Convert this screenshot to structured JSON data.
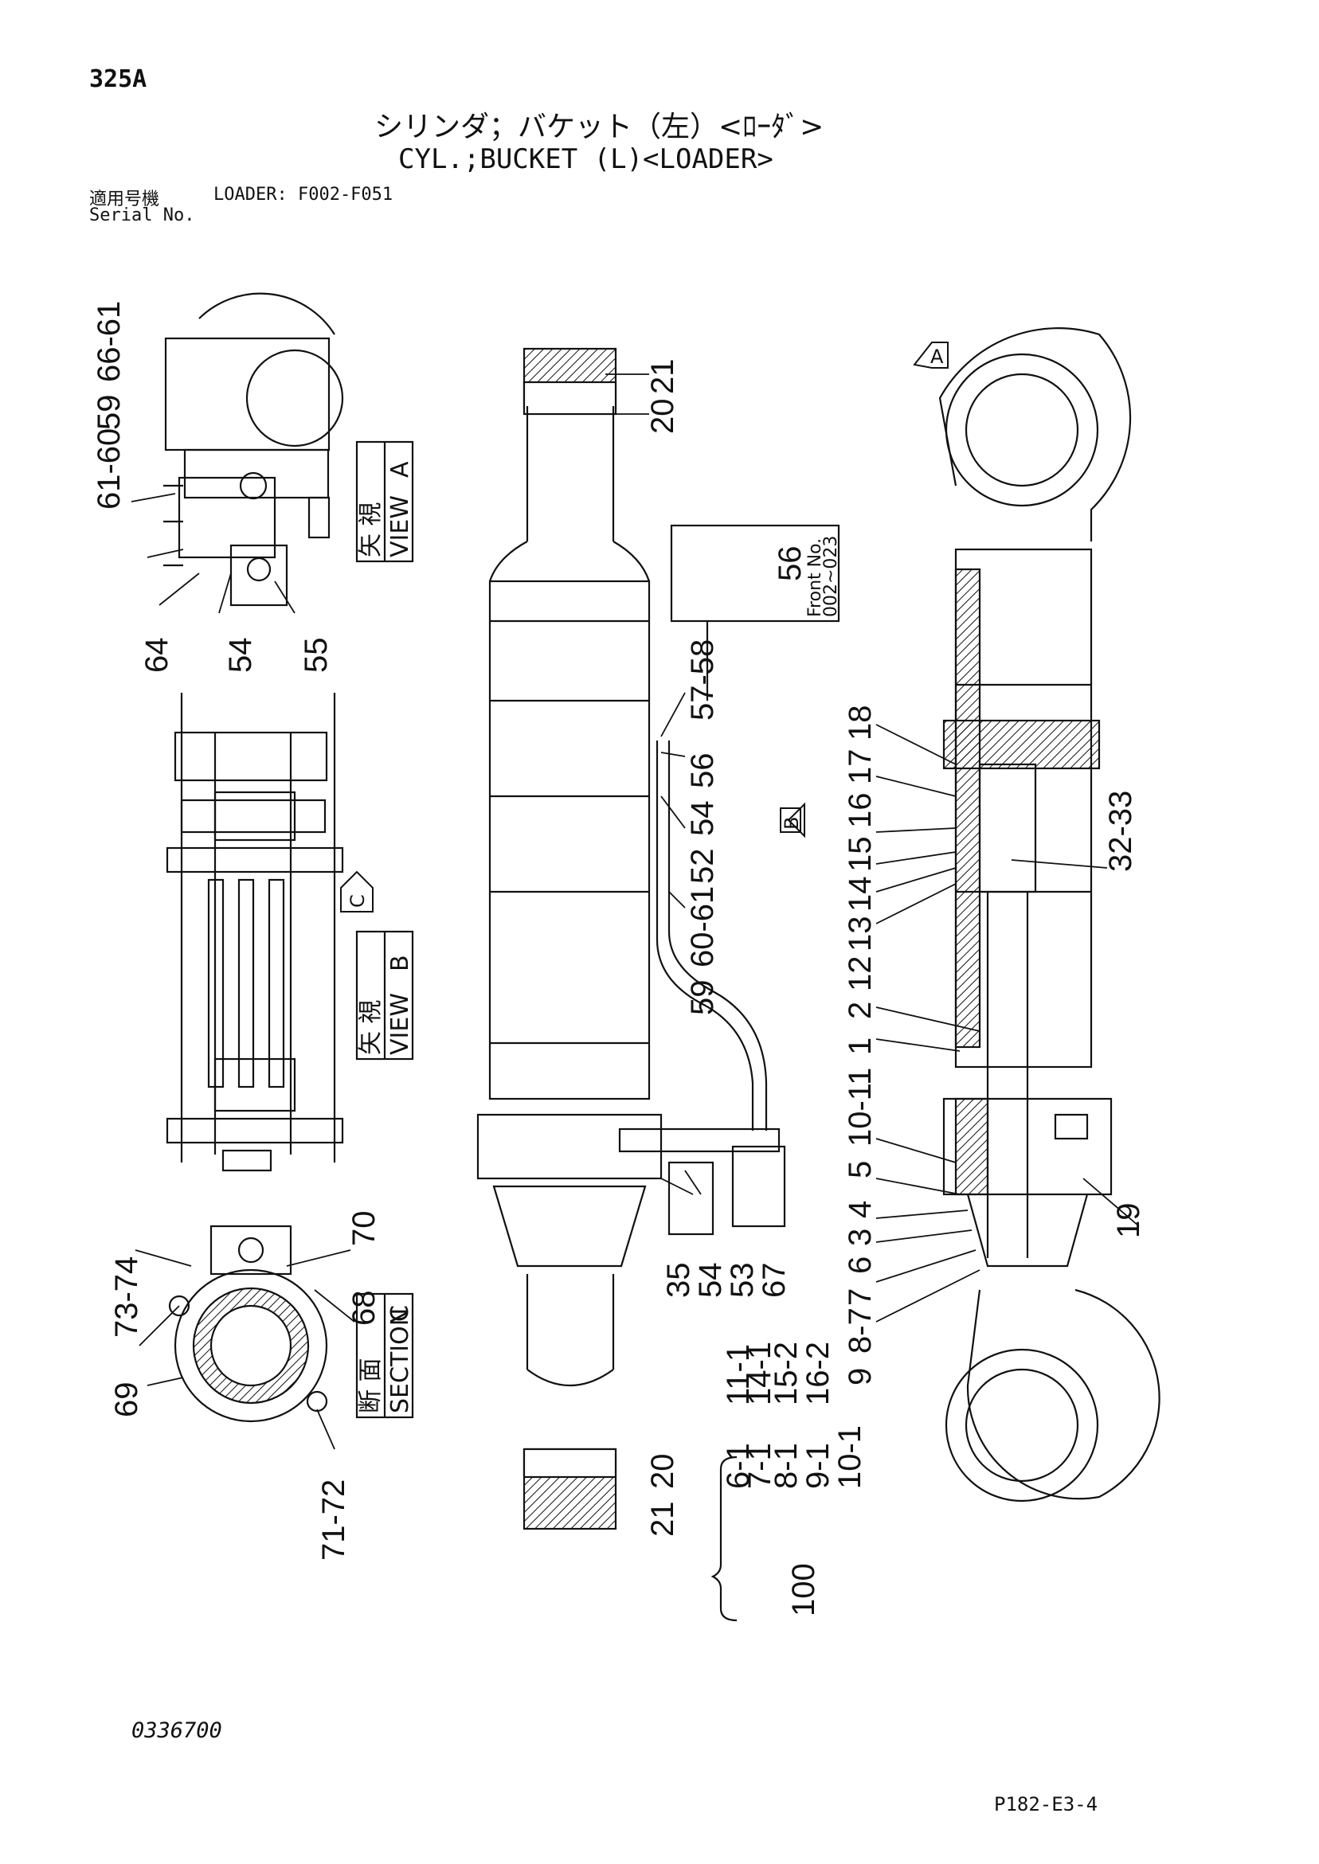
{
  "header": {
    "model": "325A",
    "title_jp": "シリンダ；バケット（左）<ﾛｰﾀﾞ>",
    "title_en": "CYL.;BUCKET (L)<LOADER>",
    "serial_label_jp": "適用号機",
    "serial_range": "LOADER: F002-F051",
    "serial_label_en": "Serial No."
  },
  "footer": {
    "doc_number": "0336700",
    "page_code": "P182-E3-4"
  },
  "views": {
    "view_a": {
      "marker": "A",
      "jp": "矢 視",
      "en": "VIEW",
      "letter": "A"
    },
    "view_b": {
      "marker": "B",
      "jp": "矢 視",
      "en": "VIEW",
      "letter": "B"
    },
    "section_c": {
      "marker": "C",
      "jp": "断 面",
      "en": "SECTION",
      "letter": "C"
    },
    "front_note": {
      "label": "56",
      "line1": "Front No.",
      "line2": "002~023"
    }
  },
  "callouts": {
    "view_a": [
      "61-60",
      "59",
      "66-61",
      "64",
      "54",
      "55"
    ],
    "section_c": [
      "73-74",
      "69",
      "70",
      "68",
      "71-72"
    ],
    "center": [
      "20",
      "21",
      "57-58",
      "56",
      "54",
      "52",
      "60-61",
      "59",
      "35",
      "54",
      "53",
      "67",
      "21",
      "20"
    ],
    "right": [
      "18",
      "17",
      "16",
      "15",
      "14",
      "13",
      "12",
      "32-33",
      "2",
      "1",
      "10-11",
      "5",
      "4",
      "3",
      "6",
      "7",
      "8-7",
      "9",
      "19"
    ]
  },
  "kit": {
    "number": "100",
    "col1": [
      "6-1",
      "7-1",
      "8-1",
      "9-1",
      "10-1"
    ],
    "col2": [
      "11-1",
      "14-1",
      "15-2",
      "16-2"
    ]
  }
}
